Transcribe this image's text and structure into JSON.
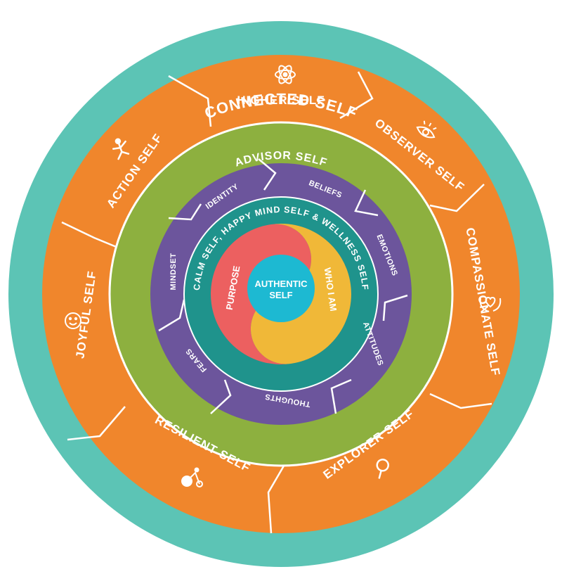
{
  "colors": {
    "connected": "#5cc4b5",
    "orange": "#f0862c",
    "green": "#8db03f",
    "purple": "#6c559c",
    "teal": "#1f938c",
    "red": "#ec6060",
    "yellow": "#f0b838",
    "blue": "#1db9d2"
  },
  "outer_ring": {
    "label": "CONNECTED SELF"
  },
  "orange_ring": {
    "segments": [
      {
        "label": "HIGHER SELF",
        "icon": "atom-icon"
      },
      {
        "label": "OBSERVER SELF",
        "icon": "eye-icon"
      },
      {
        "label": "COMPASSIONATE SELF",
        "icon": "heart-hands-icon"
      },
      {
        "label": "EXPLORER SELF",
        "icon": "magnifier-icon"
      },
      {
        "label": "RESILIENT SELF",
        "icon": "bike-icon"
      },
      {
        "label": "JOYFUL SELF",
        "icon": "smiley-icon"
      },
      {
        "label": "ACTION SELF",
        "icon": "figure-icon"
      }
    ]
  },
  "green_ring": {
    "label": "ADVISOR SELF"
  },
  "purple_ring": {
    "segments": [
      {
        "label": "BELIEFS"
      },
      {
        "label": "EMOTIONS"
      },
      {
        "label": "ATTITUDES"
      },
      {
        "label": "THOUGHTS"
      },
      {
        "label": "FEARS"
      },
      {
        "label": "MINDSET"
      },
      {
        "label": "IDENTITY"
      }
    ]
  },
  "teal_ring": {
    "label": "CALM SELF, HAPPY MIND SELF & WELLNESS SELF"
  },
  "core": {
    "left": "PURPOSE",
    "right": "WHO I AM",
    "center_line1": "AUTHENTIC",
    "center_line2": "SELF"
  }
}
